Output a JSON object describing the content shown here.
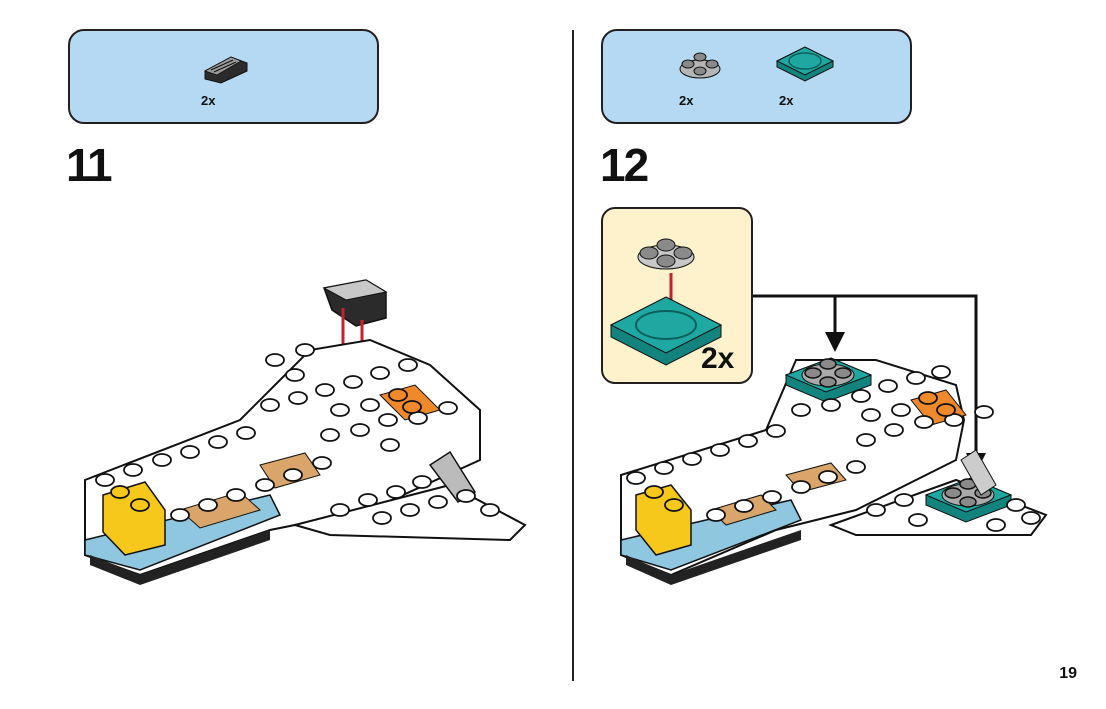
{
  "page": {
    "number": "19"
  },
  "steps": [
    {
      "number": "11",
      "parts": [
        {
          "name": "slope-grille-tile",
          "color": "#3a3a3a",
          "qty": "2x"
        }
      ],
      "arrows_color": "#c8202f"
    },
    {
      "number": "12",
      "parts": [
        {
          "name": "round-plate-2x2",
          "color": "#a8a8a8",
          "qty": "2x"
        },
        {
          "name": "turntable-base-2x2",
          "color": "#1a9a94",
          "qty": "2x"
        }
      ],
      "callout": {
        "qty": "2x",
        "background": "#fdf2cc"
      }
    }
  ],
  "colors": {
    "parts_box": "#b5d9f2",
    "brick_white": "#ffffff",
    "yellow": "#f7c81c",
    "orange": "#f0892b",
    "tan": "#d9a56b",
    "light_blue": "#8fc7e0",
    "teal": "#1a9a94",
    "gray": "#a5a5a5"
  }
}
